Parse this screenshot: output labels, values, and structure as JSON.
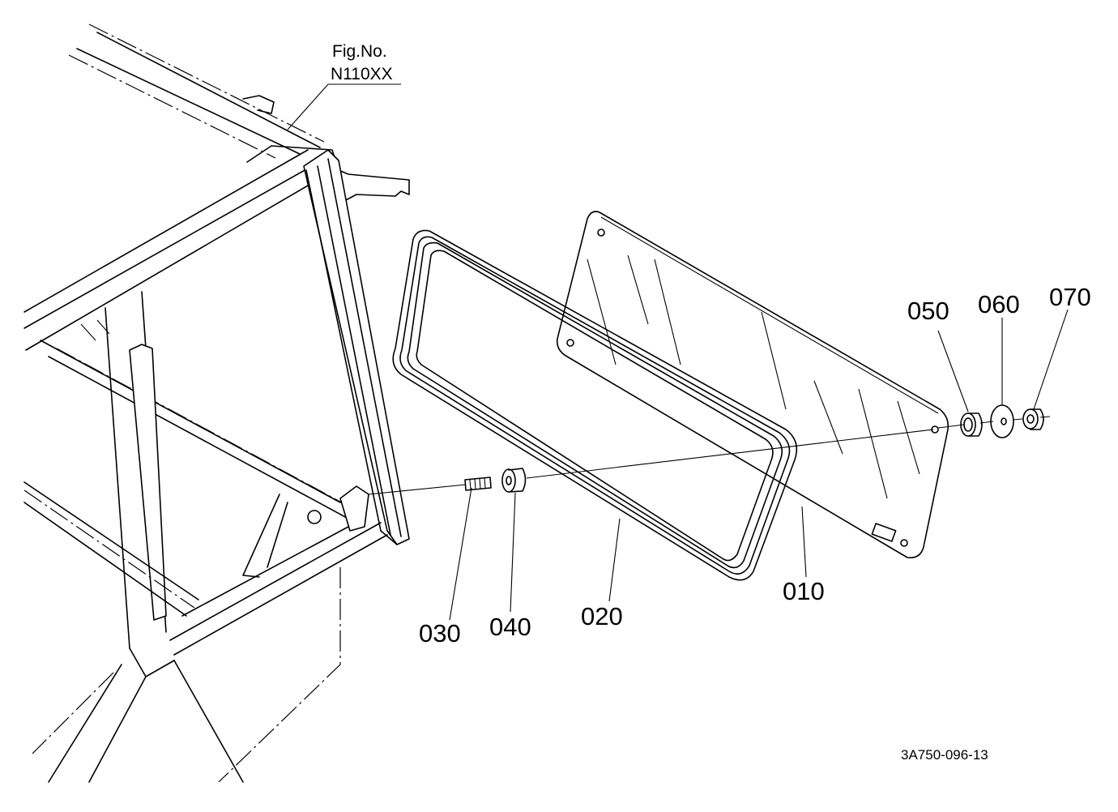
{
  "figure": {
    "label": "Fig.No.",
    "number": "N110XX"
  },
  "drawing_reference": "3A750-096-13",
  "parts": [
    {
      "key": "010",
      "label": "010"
    },
    {
      "key": "020",
      "label": "020"
    },
    {
      "key": "030",
      "label": "030"
    },
    {
      "key": "040",
      "label": "040"
    },
    {
      "key": "050",
      "label": "050"
    },
    {
      "key": "060",
      "label": "060"
    },
    {
      "key": "070",
      "label": "070"
    }
  ]
}
